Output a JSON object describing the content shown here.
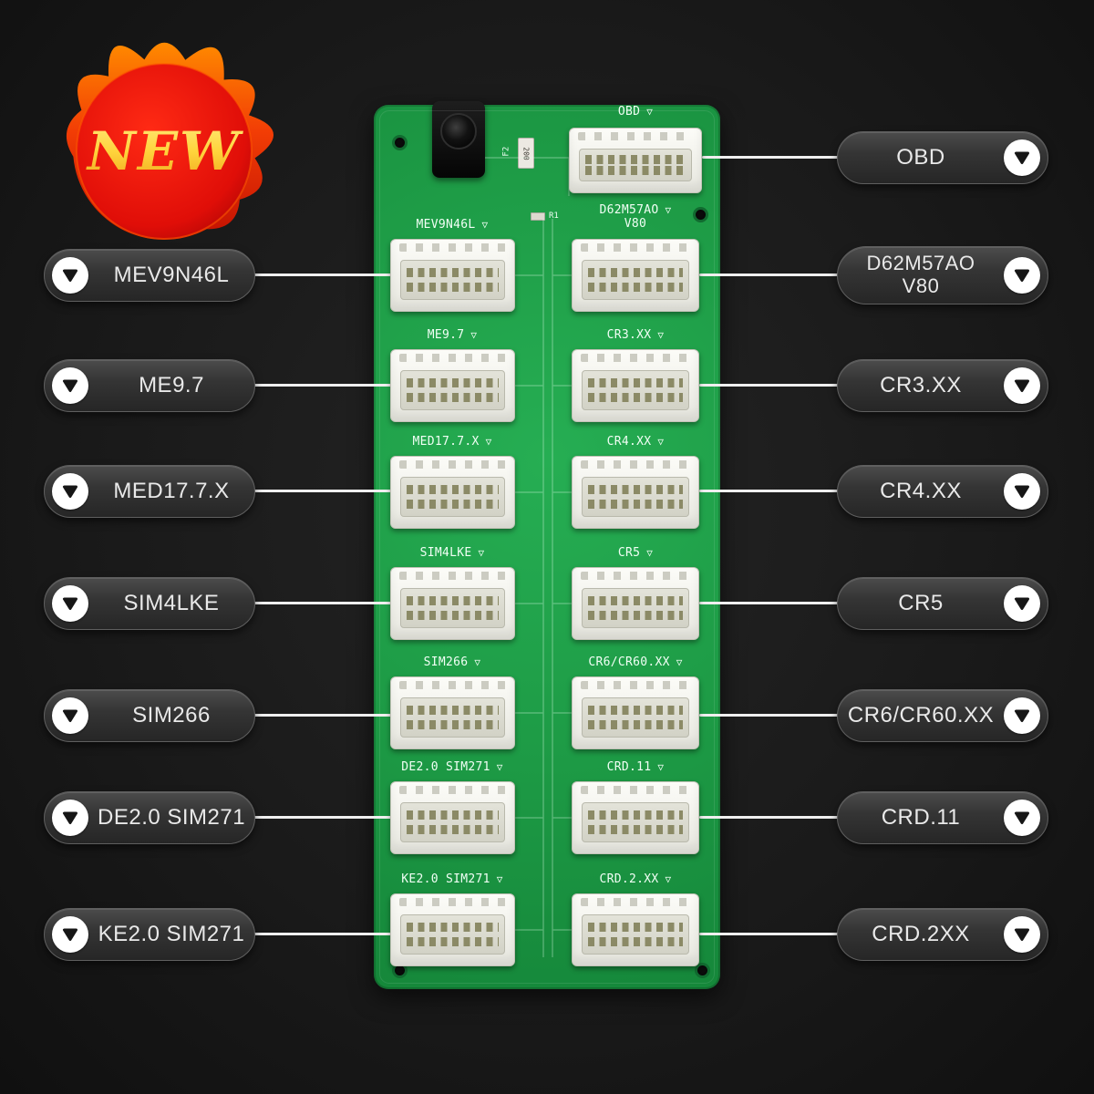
{
  "badge": {
    "text": "NEW"
  },
  "pills_left": [
    {
      "label": "MEV9N46L"
    },
    {
      "label": "ME9.7"
    },
    {
      "label": "MED17.7.X"
    },
    {
      "label": "SIM4LKE"
    },
    {
      "label": "SIM266"
    },
    {
      "label": "DE2.0 SIM271"
    },
    {
      "label": "KE2.0 SIM271"
    }
  ],
  "pills_right": [
    {
      "label": "OBD"
    },
    {
      "label": "D62M57AO",
      "label_line2": "V80"
    },
    {
      "label": "CR3.XX"
    },
    {
      "label": "CR4.XX"
    },
    {
      "label": "CR5"
    },
    {
      "label": "CR6/CR60.XX"
    },
    {
      "label": "CRD.11"
    },
    {
      "label": "CRD.2XX"
    }
  ],
  "board": {
    "silkscreen_top": "OBD",
    "silkscreen_left": [
      "MEV9N46L",
      "ME9.7",
      "MED17.7.X",
      "SIM4LKE",
      "SIM266",
      "DE2.0 SIM271",
      "KE2.0 SIM271"
    ],
    "silkscreen_right_line1": [
      "D62M57AO",
      "CR3.XX",
      "CR4.XX",
      "CR5",
      "CR6/CR60.XX",
      "CRD.11",
      "CRD.2.XX"
    ],
    "silkscreen_right_line2": [
      "V80",
      "",
      "",
      "",
      "",
      "",
      ""
    ],
    "marker": "▽",
    "components": {
      "fuse": "F2",
      "fuse_value": "200",
      "resistor": "R1"
    }
  },
  "colors": {
    "background": "#1a1a1a",
    "pcb_green": "#1d9a45",
    "callout_line": "#efefef",
    "pill_background": "#353535",
    "badge_red": "#d90f0f",
    "badge_flame_orange": "#f23d05",
    "badge_text_gold": "#ffd43c"
  }
}
